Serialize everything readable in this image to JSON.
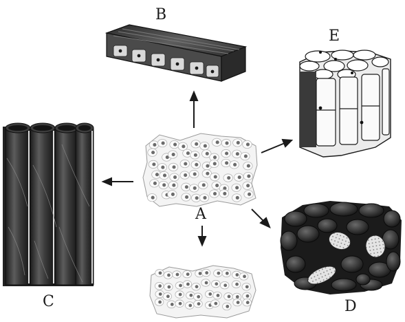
{
  "labels": {
    "A": "A",
    "B": "B",
    "C": "C",
    "D": "D",
    "E": "E"
  },
  "colors": {
    "ink": "#1e1e1e",
    "dark_tissue": "#2b2b2b",
    "mid_tissue": "#5a5a5a",
    "light_tissue": "#eeeeee",
    "nucleus": "#6b6b6b",
    "background": "#ffffff"
  }
}
